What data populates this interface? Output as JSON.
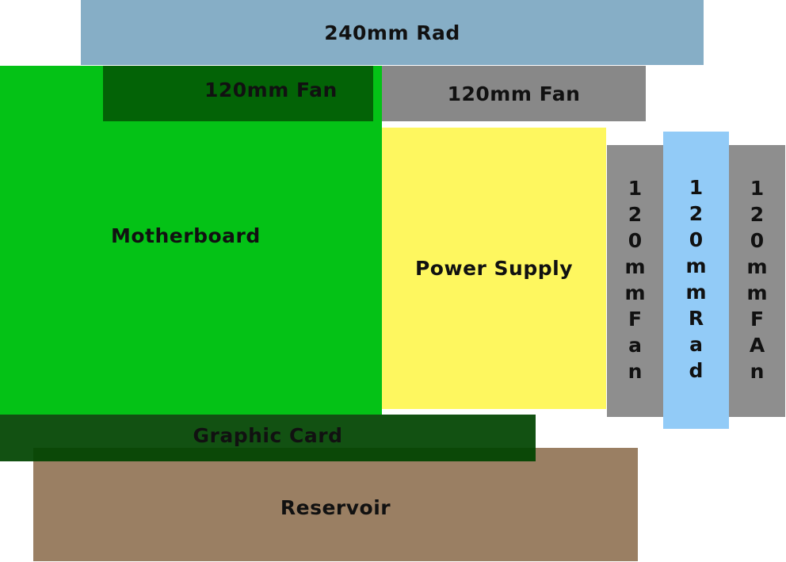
{
  "colors": {
    "rad240": "#86aec6",
    "motherboard": "#04c216",
    "fan_top_left": "#036306",
    "fan_top_right": "#888888",
    "power_supply": "#fef75f",
    "fan_vertical": "#8e8e8e",
    "rad_vertical": "#92cbf7",
    "reservoir": "#9a7f63",
    "graphic_card": "rgba(0, 68, 0, 0.93)"
  },
  "blocks": {
    "rad240": "240mm Rad",
    "fan_top_left": "120mm Fan",
    "fan_top_right": "120mm Fan",
    "motherboard": "Motherboard",
    "power_supply": "Power Supply",
    "fan_vertical_left": "120mmFan",
    "rad_vertical": "120mmRad",
    "fan_vertical_right": "120mmFAn",
    "graphic_card": "Graphic Card",
    "reservoir": "Reservoir"
  }
}
